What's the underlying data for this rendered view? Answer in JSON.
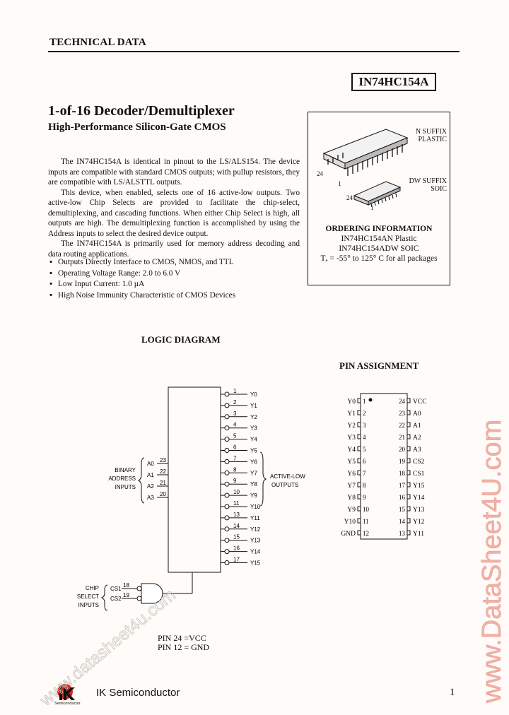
{
  "header": {
    "title": "TECHNICAL DATA",
    "part_number": "IN74HC154A"
  },
  "product": {
    "title": "1-of-16 Decoder/Demultiplexer",
    "subtitle": "High-Performance Silicon-Gate CMOS"
  },
  "description": [
    "The IN74HC154A is identical in pinout to the LS/ALS154. The device inputs are compatible with standard CMOS outputs; with pullup resistors, they are compatible with LS/ALSTTL outputs.",
    "This device, when enabled, selects one of 16 active-low outputs. Two active-low Chip Selects are provided to facilitate the chip-select, demultiplexing, and cascading functions. When either Chip Select is high, all outputs are high. The demultiplexing function is accomplished by using the Address inputs to select the desired device output.",
    "The IN74HC154A is primarily used for memory address decoding and data routing applications."
  ],
  "features": [
    "Outputs Directly Interface to CMOS, NMOS, and TTL",
    "Operating Voltage Range: 2.0 to 6.0 V",
    "Low Input Current: 1.0 µA",
    "High Noise Immunity Characteristic of CMOS Devices"
  ],
  "packages": {
    "n_suffix": "N SUFFIX",
    "n_type": "PLASTIC",
    "dw_suffix": "DW SUFFIX",
    "dw_type": "SOIC",
    "pin_24": "24",
    "pin_1": "1"
  },
  "ordering": {
    "heading": "ORDERING INFORMATION",
    "line1": "IN74HC154AN Plastic",
    "line2": "IN74HC154ADW SOIC",
    "temp": "Tₐ = -55° to 125° C for all packages"
  },
  "logic_diagram": {
    "title": "LOGIC DIAGRAM",
    "outputs": [
      {
        "pin": "1",
        "name": "Y0"
      },
      {
        "pin": "2",
        "name": "Y1"
      },
      {
        "pin": "3",
        "name": "Y2"
      },
      {
        "pin": "4",
        "name": "Y3"
      },
      {
        "pin": "5",
        "name": "Y4"
      },
      {
        "pin": "6",
        "name": "Y5"
      },
      {
        "pin": "7",
        "name": "Y6"
      },
      {
        "pin": "8",
        "name": "Y7"
      },
      {
        "pin": "9",
        "name": "Y8"
      },
      {
        "pin": "10",
        "name": "Y9"
      },
      {
        "pin": "11",
        "name": "Y10"
      },
      {
        "pin": "13",
        "name": "Y11"
      },
      {
        "pin": "14",
        "name": "Y12"
      },
      {
        "pin": "15",
        "name": "Y13"
      },
      {
        "pin": "16",
        "name": "Y14"
      },
      {
        "pin": "17",
        "name": "Y15"
      }
    ],
    "address_inputs": [
      {
        "pin": "23",
        "name": "A0"
      },
      {
        "pin": "22",
        "name": "A1"
      },
      {
        "pin": "21",
        "name": "A2"
      },
      {
        "pin": "20",
        "name": "A3"
      }
    ],
    "address_label": [
      "BINARY",
      "ADDRESS",
      "INPUTS"
    ],
    "outputs_label": [
      "ACTIVE-LOW",
      "OUTPUTS"
    ],
    "chip_select": [
      {
        "pin": "18",
        "name": "CS1"
      },
      {
        "pin": "19",
        "name": "CS2"
      }
    ],
    "chip_select_label": [
      "CHIP",
      "SELECT",
      "INPUTS"
    ],
    "pin_note_1": "PIN 24 =VCC",
    "pin_note_2": "PIN 12 = GND"
  },
  "pin_assignment": {
    "title": "PIN ASSIGNMENT",
    "left": [
      {
        "name": "Y0",
        "pin": "1"
      },
      {
        "name": "Y1",
        "pin": "2"
      },
      {
        "name": "Y2",
        "pin": "3"
      },
      {
        "name": "Y3",
        "pin": "4"
      },
      {
        "name": "Y4",
        "pin": "5"
      },
      {
        "name": "Y5",
        "pin": "6"
      },
      {
        "name": "Y6",
        "pin": "7"
      },
      {
        "name": "Y7",
        "pin": "8"
      },
      {
        "name": "Y8",
        "pin": "9"
      },
      {
        "name": "Y9",
        "pin": "10"
      },
      {
        "name": "Y10",
        "pin": "11"
      },
      {
        "name": "GND",
        "pin": "12"
      }
    ],
    "right": [
      {
        "pin": "24",
        "name": "VCC"
      },
      {
        "pin": "23",
        "name": "A0"
      },
      {
        "pin": "22",
        "name": "A1"
      },
      {
        "pin": "21",
        "name": "A2"
      },
      {
        "pin": "20",
        "name": "A3"
      },
      {
        "pin": "19",
        "name": "CS2"
      },
      {
        "pin": "18",
        "name": "CS1"
      },
      {
        "pin": "17",
        "name": "Y15"
      },
      {
        "pin": "16",
        "name": "Y14"
      },
      {
        "pin": "15",
        "name": "Y13"
      },
      {
        "pin": "14",
        "name": "Y12"
      },
      {
        "pin": "13",
        "name": "Y11"
      }
    ]
  },
  "footer": {
    "company": "IK Semiconductor",
    "page": "1",
    "logo_text": "IK",
    "logo_sub": "Semiconductor"
  },
  "watermarks": {
    "side": "www.DataSheet4U.com",
    "diagonal": "www.datasheet4u.com"
  }
}
